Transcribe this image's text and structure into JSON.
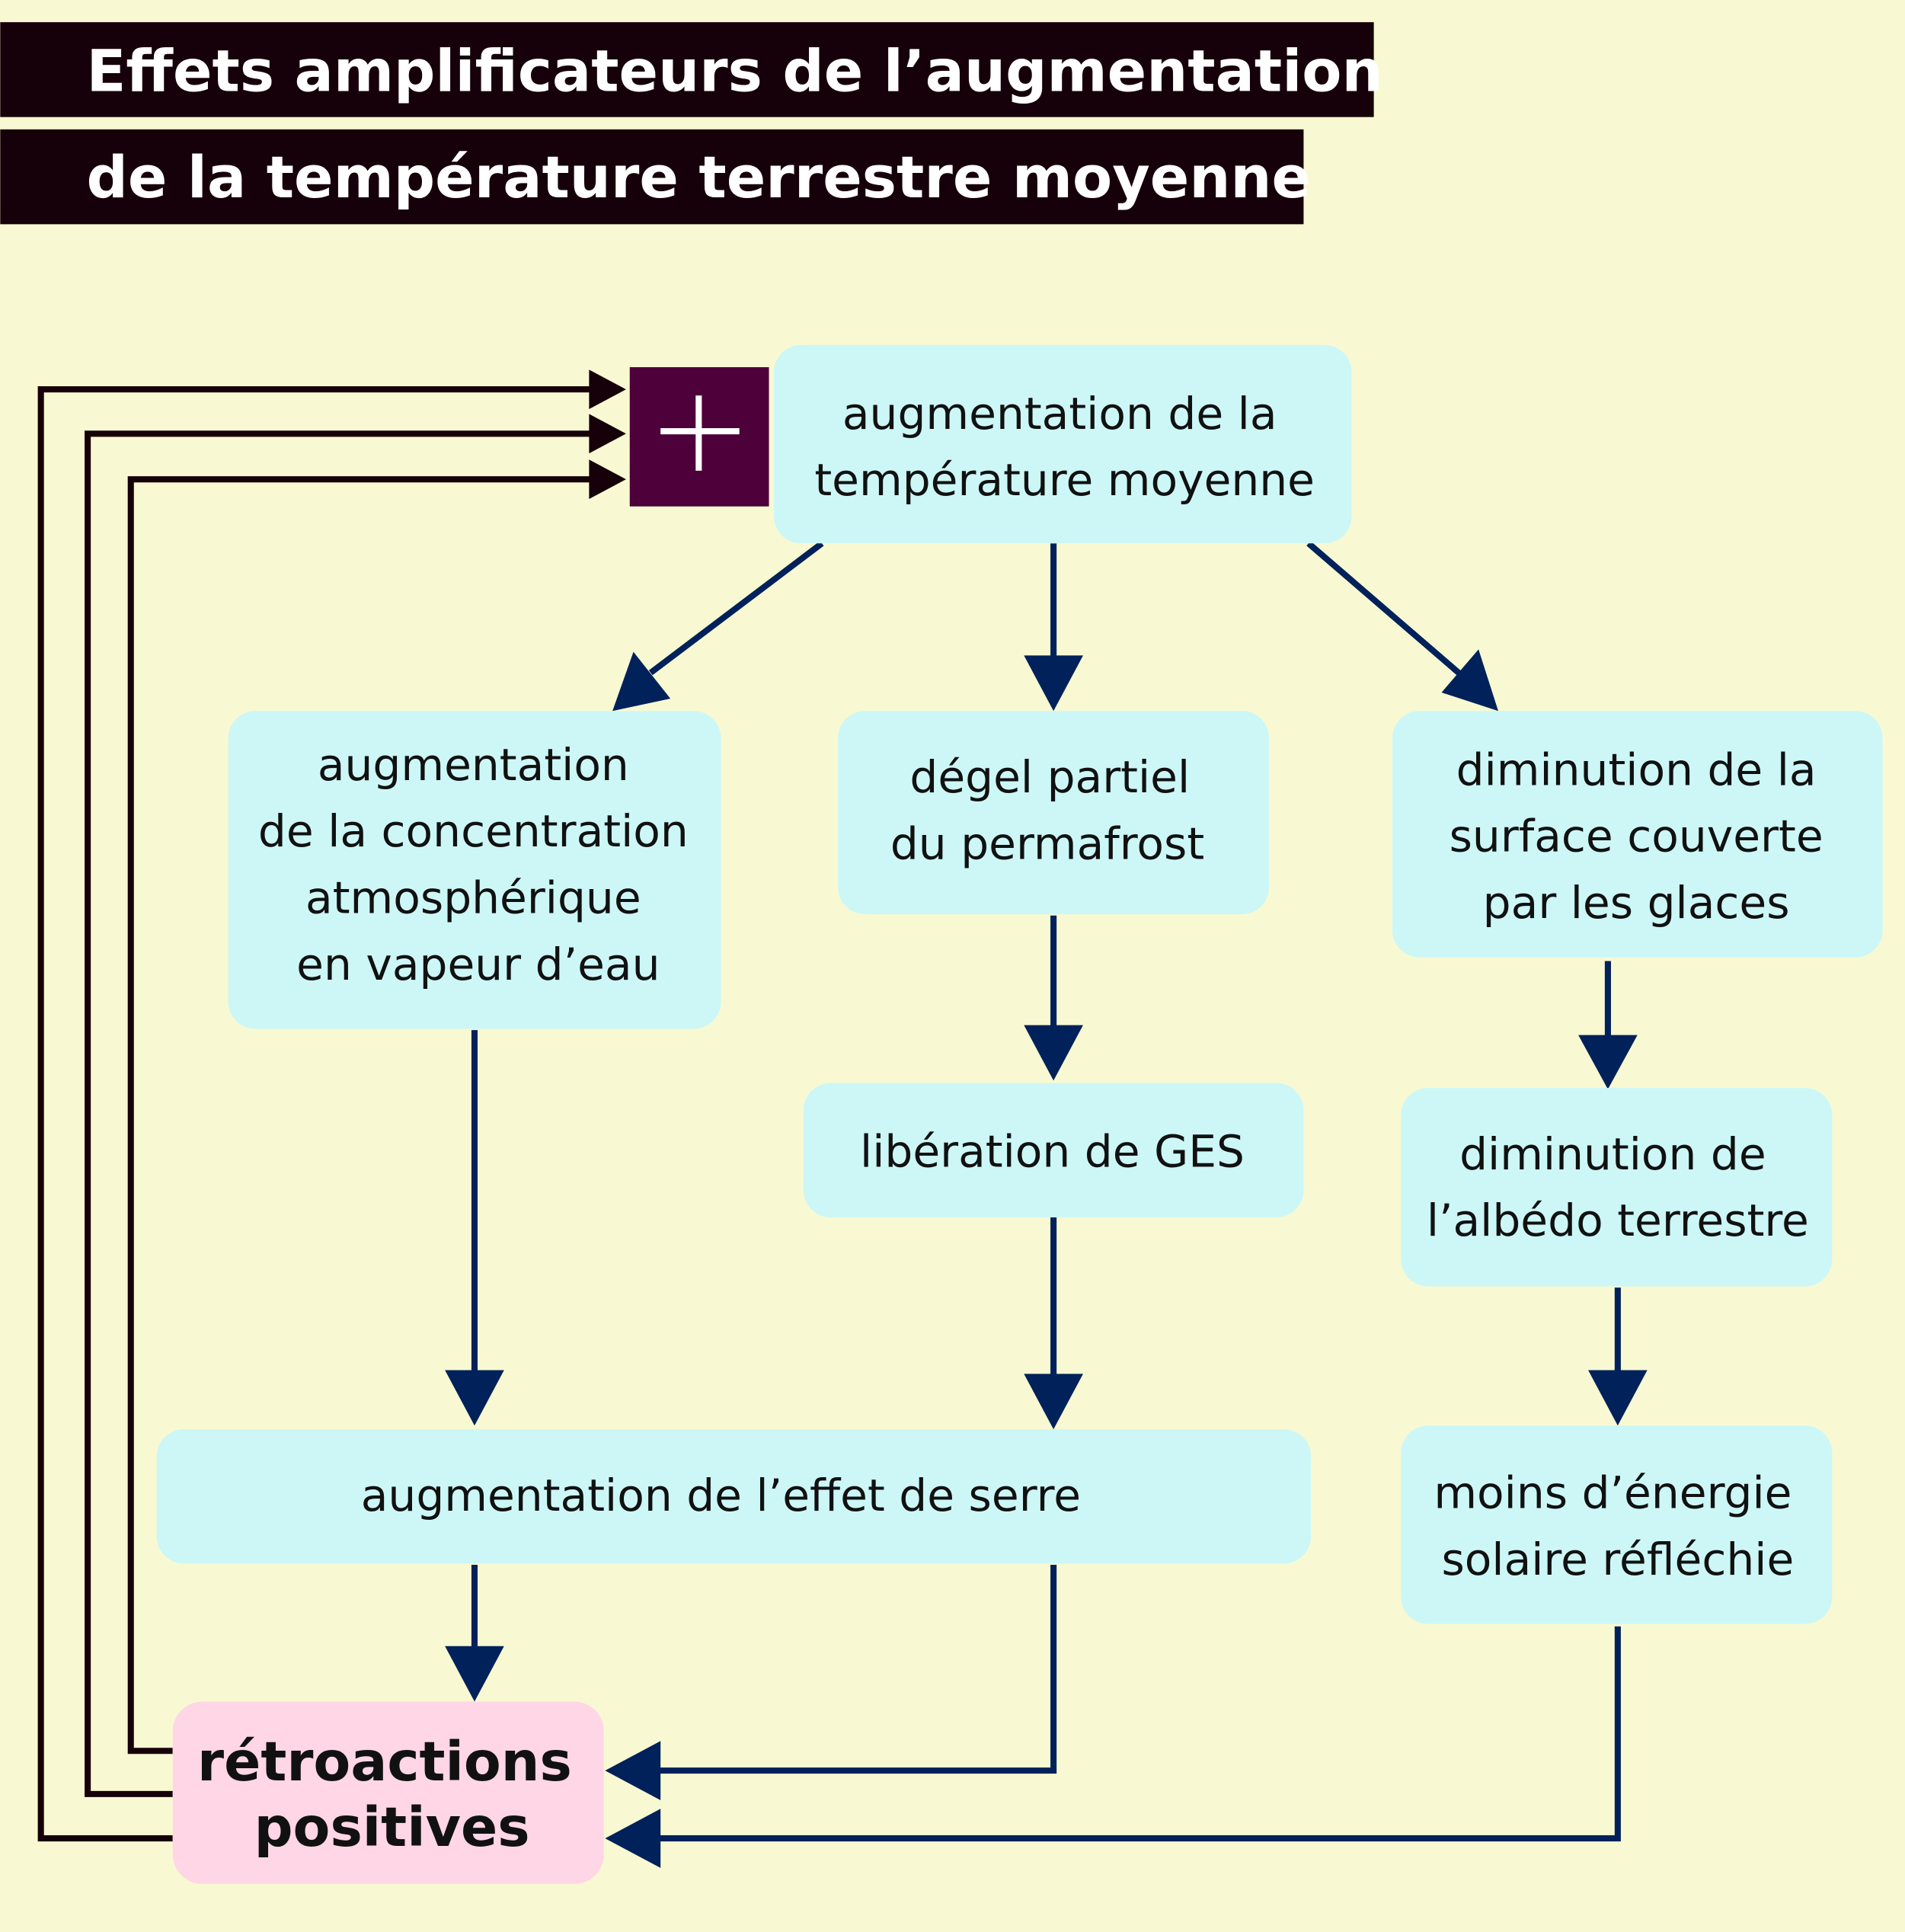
{
  "title": {
    "line1": "Effets amplificateurs de l’augmentation",
    "line2": "de la température terrestre moyenne"
  },
  "colors": {
    "background": "#f8f9d2",
    "title_bar": "#160009",
    "node_fill": "#cdf7f7",
    "feedback_fill": "#ffd6e6",
    "plus_box": "#4d003a",
    "arrow_blue": "#00215a",
    "arrow_dark": "#160009"
  },
  "plus_sign": "+",
  "nodes": {
    "temp": {
      "lines": [
        "augmentation de la",
        "température moyenne"
      ]
    },
    "vapeur": {
      "lines": [
        "augmentation",
        "de la concentration",
        "atmosphérique",
        "en vapeur d’eau"
      ]
    },
    "permafrost": {
      "lines": [
        "dégel partiel",
        "du permafrost"
      ]
    },
    "glaces": {
      "lines": [
        "diminution de la",
        "surface couverte",
        "par les glaces"
      ]
    },
    "ges": {
      "lines": [
        "libération de GES"
      ]
    },
    "albedo": {
      "lines": [
        "diminution de",
        "l’albédo terrestre"
      ]
    },
    "serre": {
      "lines": [
        "augmentation de l’effet de serre"
      ]
    },
    "energie": {
      "lines": [
        "moins d’énergie",
        "solaire réfléchie"
      ]
    },
    "retro": {
      "lines": [
        "rétroactions",
        "positives"
      ]
    }
  }
}
